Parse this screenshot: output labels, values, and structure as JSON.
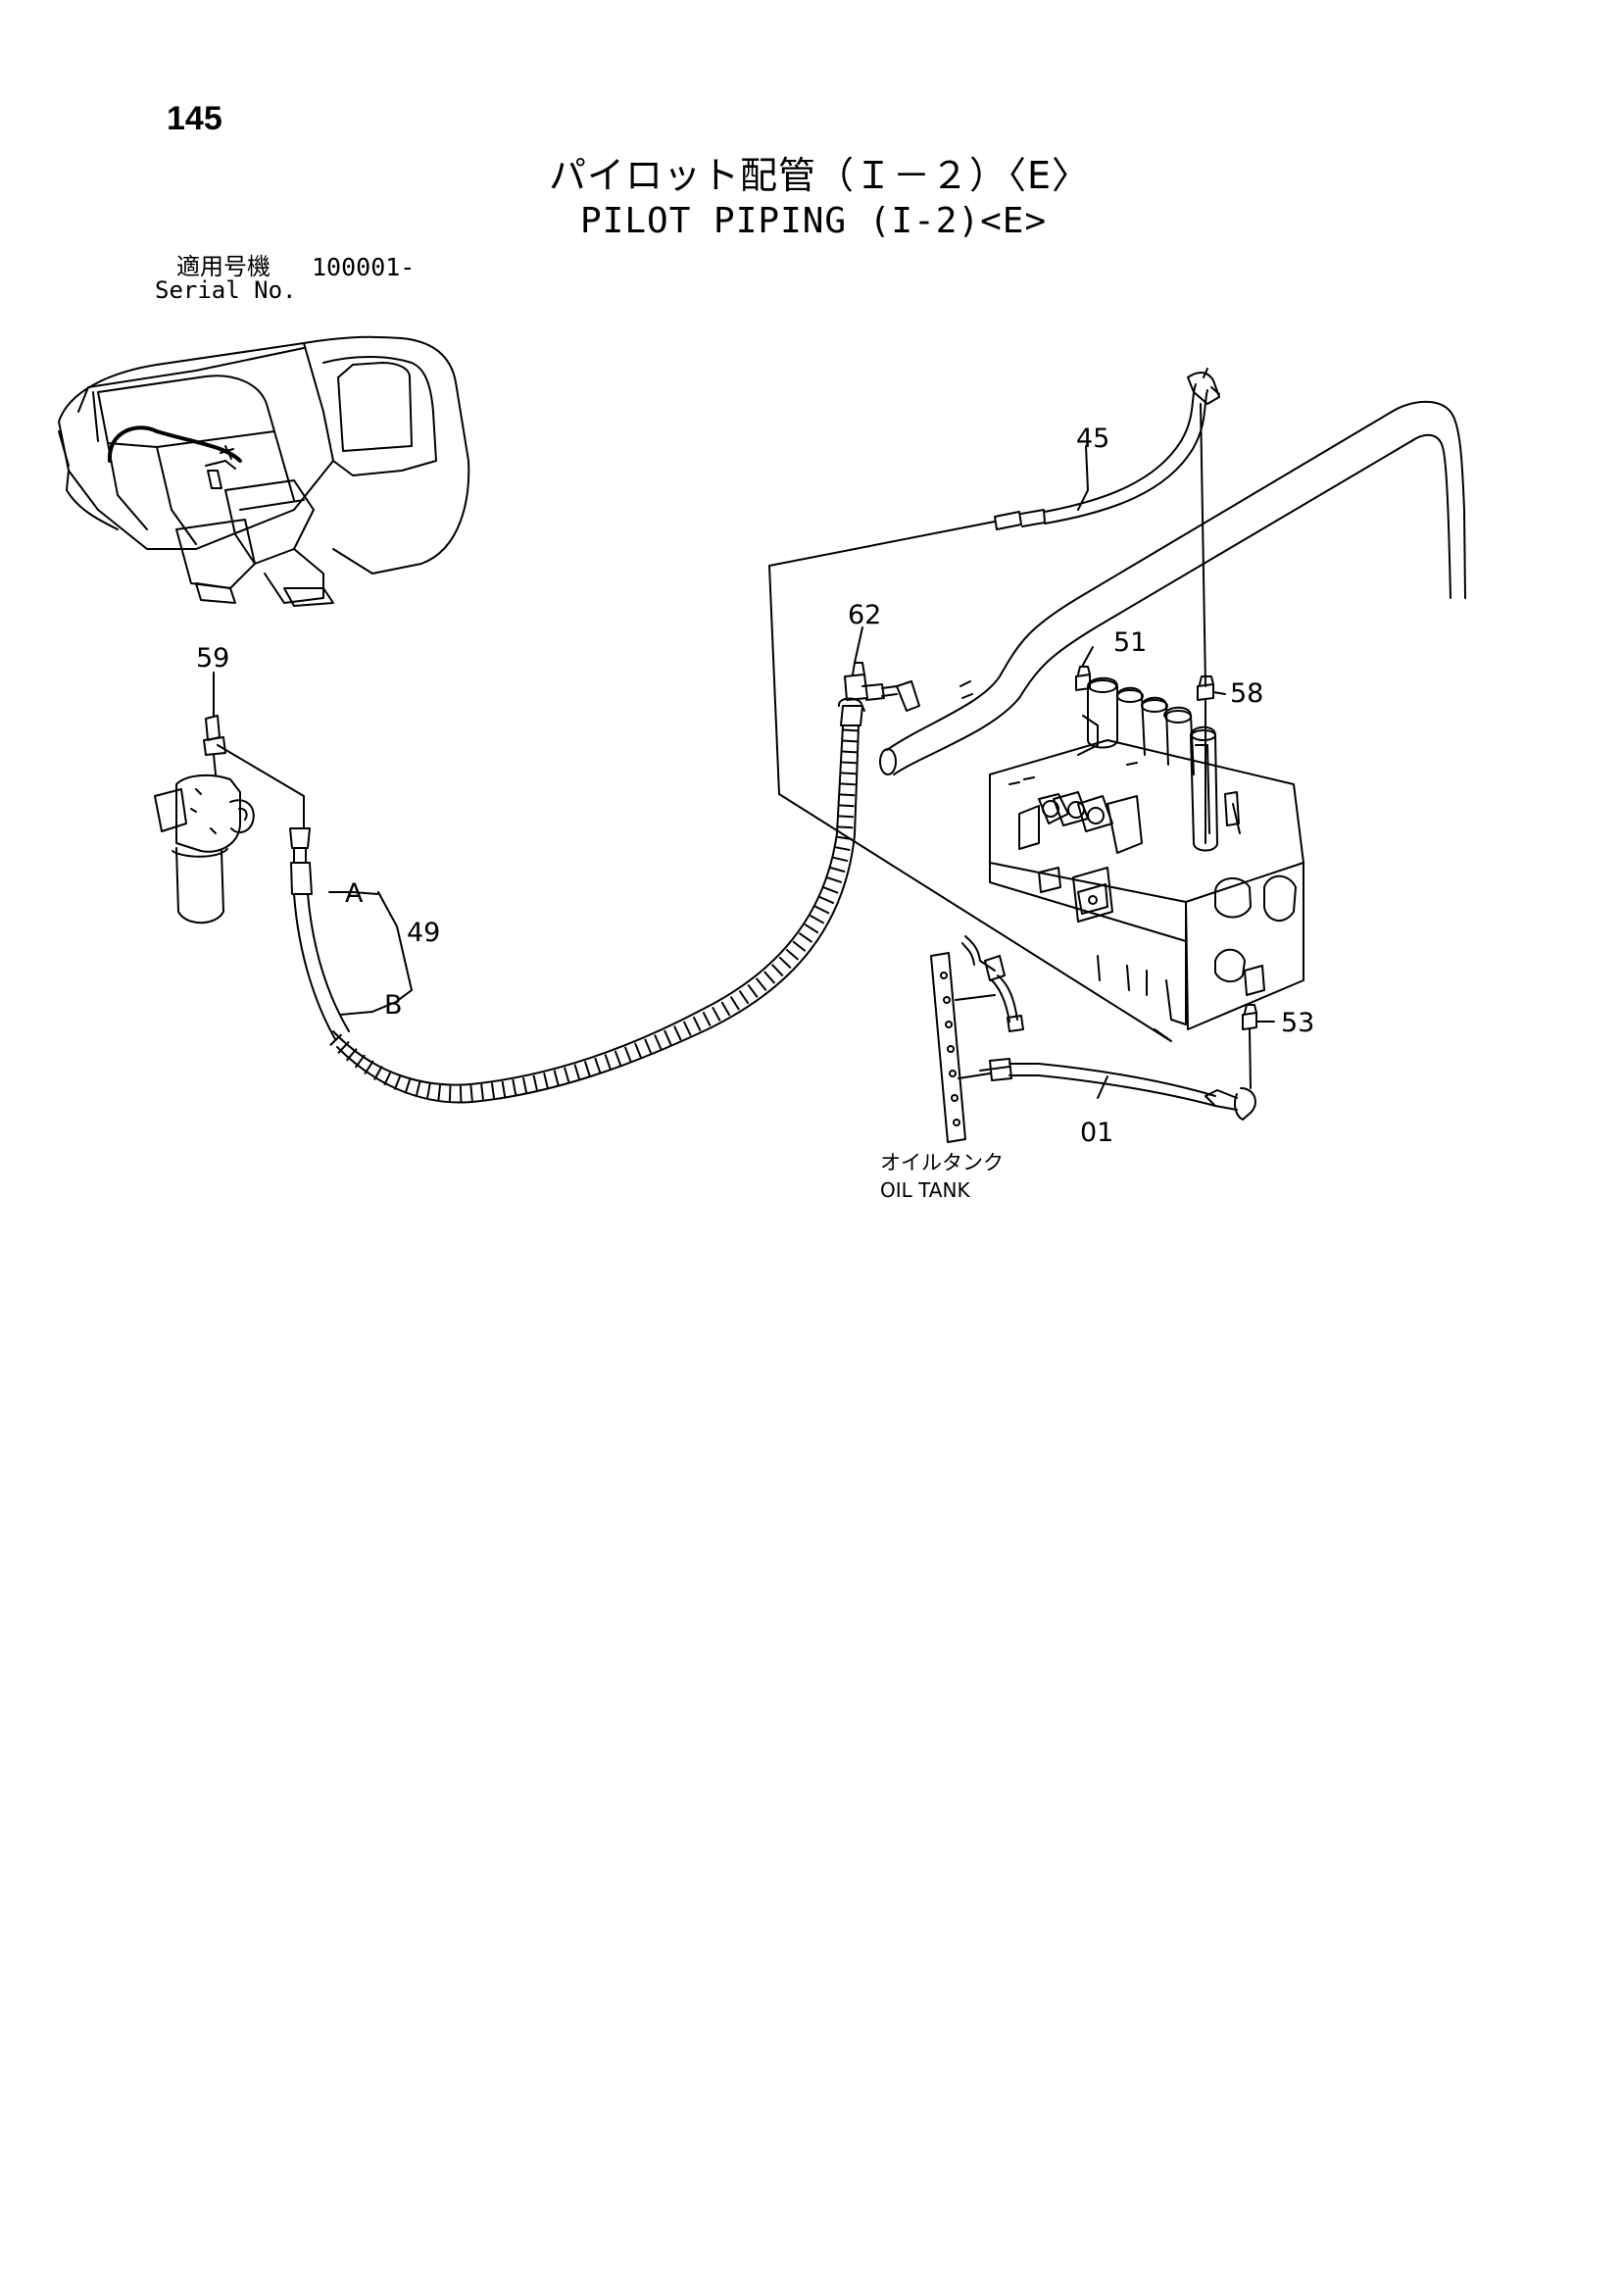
{
  "page_number": "145",
  "title_jp": "パイロット配管（Ｉ－２）〈E〉",
  "title_en": "PILOT PIPING (I-2)<E>",
  "serial": {
    "label_jp": "適用号機",
    "value": "100001-",
    "label_en": "Serial No."
  },
  "callouts": {
    "c45": "45",
    "c62": "62",
    "c51": "51",
    "c58": "58",
    "c59": "59",
    "c49": "49",
    "cA": "A",
    "cB": "B",
    "c53": "53",
    "c01": "01"
  },
  "oil_tank": {
    "label_jp": "オイルタンク",
    "label_en": "OIL TANK"
  }
}
